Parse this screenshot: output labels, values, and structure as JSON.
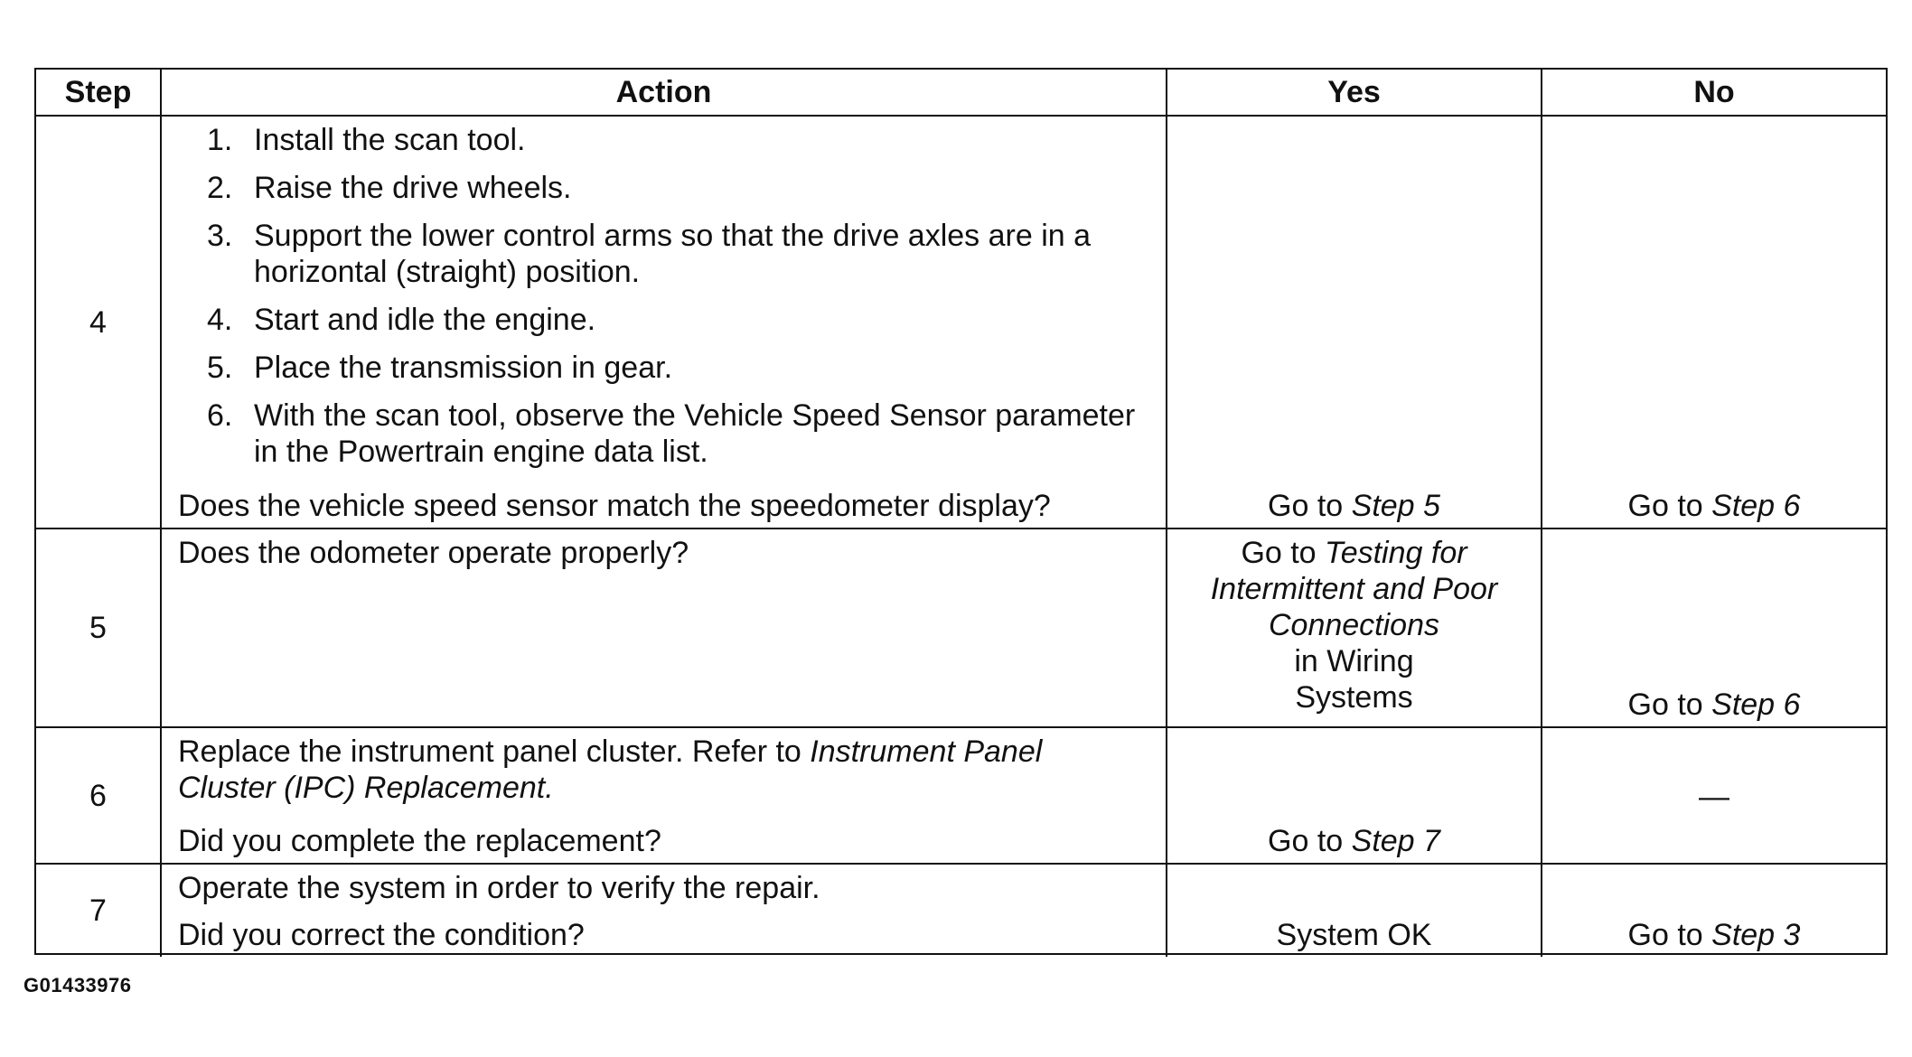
{
  "table": {
    "headers": {
      "step": "Step",
      "action": "Action",
      "yes": "Yes",
      "no": "No"
    },
    "rows": [
      {
        "step": "4",
        "items": [
          {
            "n": "1.",
            "text": "Install the scan tool."
          },
          {
            "n": "2.",
            "text": "Raise the drive wheels."
          },
          {
            "n": "3.",
            "text": "Support the lower control arms so that the drive axles are in a horizontal (straight) position."
          },
          {
            "n": "4.",
            "text": "Start and idle the engine."
          },
          {
            "n": "5.",
            "text": "Place the transmission in gear."
          },
          {
            "n": "6.",
            "text": "With the scan tool, observe the Vehicle Speed Sensor parameter in the Powertrain engine data list."
          }
        ],
        "question": "Does the vehicle speed sensor match the speedometer display?",
        "yes": {
          "prefix": "Go to ",
          "ref": "Step 5"
        },
        "no": {
          "prefix": "Go to ",
          "ref": "Step 6"
        }
      },
      {
        "step": "5",
        "question": "Does the odometer operate properly?",
        "yes": {
          "prefix": "Go to ",
          "ref": "Testing for Intermittent and Poor Connections",
          "suffix_line1": "in Wiring",
          "suffix_line2": "Systems"
        },
        "no": {
          "prefix": "Go to ",
          "ref": "Step 6"
        }
      },
      {
        "step": "6",
        "text_prefix": "Replace the instrument panel cluster. Refer to ",
        "text_ref": "Instrument Panel Cluster (IPC) Replacement.",
        "question": "Did you complete the replacement?",
        "yes": {
          "prefix": "Go to ",
          "ref": "Step 7"
        },
        "no": {
          "text": "—"
        }
      },
      {
        "step": "7",
        "text": "Operate the system in order to verify the repair.",
        "question": "Did you correct the condition?",
        "yes": {
          "text": "System OK"
        },
        "no": {
          "prefix": "Go to ",
          "ref": "Step 3"
        }
      }
    ]
  },
  "figure_code": "G01433976"
}
